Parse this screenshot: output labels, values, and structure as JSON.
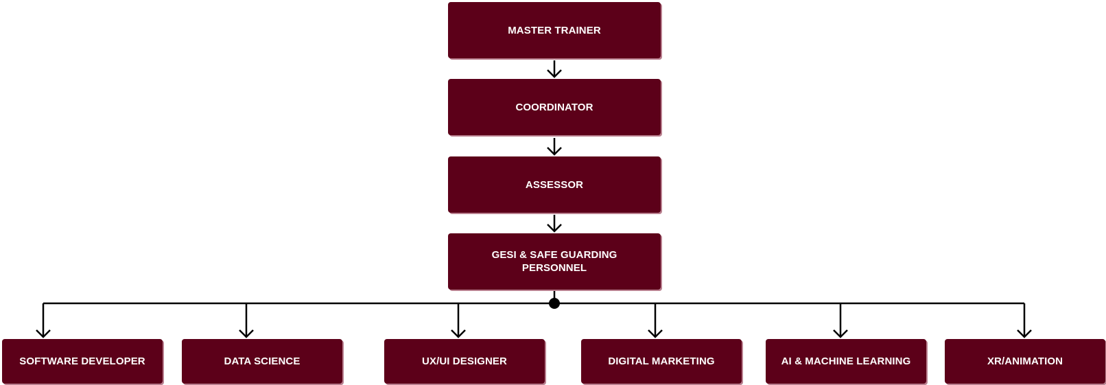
{
  "hierarchy": [
    {
      "id": "master-trainer",
      "label": "MASTER TRAINER"
    },
    {
      "id": "coordinator",
      "label": "COORDINATOR"
    },
    {
      "id": "assessor",
      "label": "ASSESSOR"
    },
    {
      "id": "gesi",
      "label": "GESI & SAFE GUARDING\nPERSONNEL"
    }
  ],
  "roles": [
    {
      "id": "software-developer",
      "label": "SOFTWARE DEVELOPER"
    },
    {
      "id": "data-science",
      "label": "DATA SCIENCE"
    },
    {
      "id": "ux-ui-designer",
      "label": "UX/UI DESIGNER"
    },
    {
      "id": "digital-marketing",
      "label": "DIGITAL MARKETING"
    },
    {
      "id": "ai-machine-learning",
      "label": "AI & MACHINE LEARNING"
    },
    {
      "id": "xr-animation",
      "label": "XR/ANIMATION"
    }
  ],
  "colors": {
    "box_fill": "#5c0019",
    "box_shadow": "#b9808f",
    "box_text": "#ffffff",
    "connector": "#000000"
  }
}
